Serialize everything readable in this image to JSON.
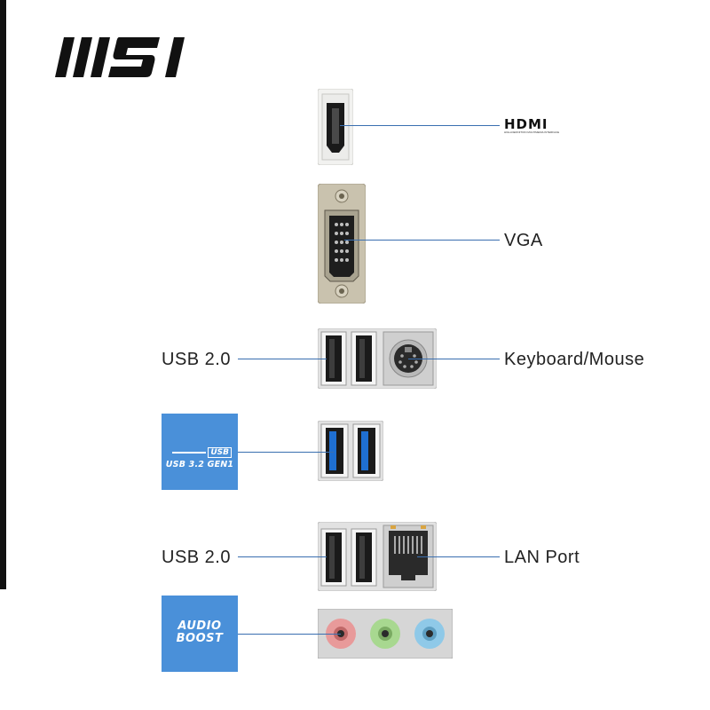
{
  "brand": {
    "logo_text": "MSI"
  },
  "ports": {
    "hdmi": {
      "label": "HDMI",
      "sub": "HIGH-DEFINITION MULTIMEDIA INTERFACE"
    },
    "vga": {
      "label": "VGA"
    },
    "usb2_top": {
      "label": "USB 2.0"
    },
    "ps2": {
      "label": "Keyboard/Mouse"
    },
    "usb3": {
      "badge_small": "USB",
      "badge_text": "USB 3.2 GEN1"
    },
    "usb2_bottom": {
      "label": "USB 2.0"
    },
    "lan": {
      "label": "LAN Port"
    },
    "audio": {
      "badge_line1": "AUDIO",
      "badge_line2": "BOOST"
    }
  },
  "colors": {
    "leader": "#3a6fb0",
    "badge": "#4a90d9",
    "usb3_blue": "#1f6fd1",
    "audio_pink": "#e89a9a",
    "audio_green": "#a8d890",
    "audio_blue": "#8fc9e8"
  }
}
